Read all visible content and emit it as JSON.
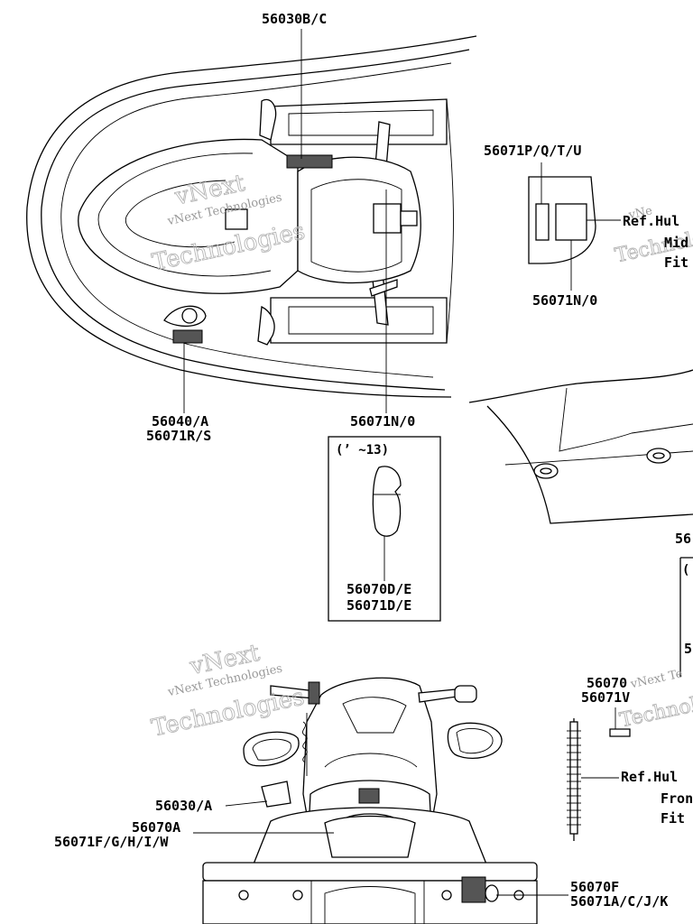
{
  "callouts": {
    "top_decal": "56030B/C",
    "right_top": "56071P/Q/T/U",
    "ref_hull_1": "Ref.Hul",
    "mid_text": "Mid",
    "fit_text_1": "Fit",
    "right_mid": "56071N/0",
    "left_hull_a": "56040/A",
    "left_hull_b": "56071R/S",
    "steer_line": "56071N/0",
    "inset_note": "(’ ~13)",
    "inset_a": "56070D/E",
    "inset_b": "56071D/E",
    "right_edge_56": "56",
    "right_edge_paren": "(",
    "right_edge_5": "5",
    "fuel_a": "56070",
    "fuel_b": "56071V",
    "ref_hull_2": "Ref.Hul",
    "front_text": "Fron",
    "fit_text_2": "Fit",
    "bottom_left_1": "56030/A",
    "bottom_left_2": "56070A",
    "bottom_left_3": "56071F/G/H/I/W",
    "bottom_right_1": "56070F",
    "bottom_right_2": "56071A/C/J/K"
  },
  "watermark": {
    "line1": "vNext",
    "line2": "Technologies",
    "small": "vNext Technologies",
    "small_cut": "vNext Te",
    "small_cut2": "vNe"
  }
}
